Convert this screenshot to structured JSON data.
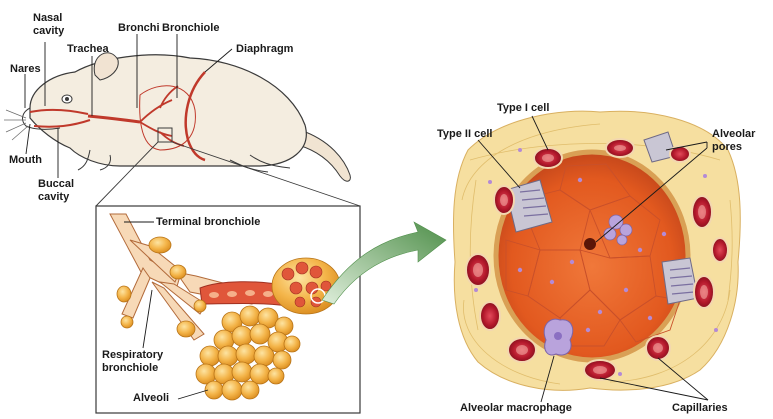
{
  "labels": {
    "nasal_cavity": "Nasal\ncavity",
    "bronchi": "Bronchi",
    "bronchiole": "Bronchiole",
    "trachea": "Trachea",
    "diaphragm": "Diaphragm",
    "nares": "Nares",
    "mouth": "Mouth",
    "buccal_cavity": "Buccal\ncavity",
    "terminal_bronchiole": "Terminal bronchiole",
    "respiratory_bronchiole": "Respiratory\nbronchiole",
    "alveoli": "Alveoli",
    "type_i_cell": "Type I cell",
    "type_ii_cell": "Type II cell",
    "alveolar_pores": "Alveolar\npores",
    "alveolar_macrophage": "Alveolar macrophage",
    "capillaries": "Capillaries"
  },
  "colors": {
    "rodent_body": "#f4ede0",
    "outline": "#3a3a3a",
    "airway_red": "#c0392b",
    "alveoli_orange": "#f2a93b",
    "alveoli_light": "#fbd27a",
    "tissue_cream": "#f6dfa0",
    "alveolus_floor": "#e8602a",
    "capillary_red": "#b2182b",
    "cell_lilac": "#b8a7d8",
    "arrow_green": "#6fa86a"
  }
}
